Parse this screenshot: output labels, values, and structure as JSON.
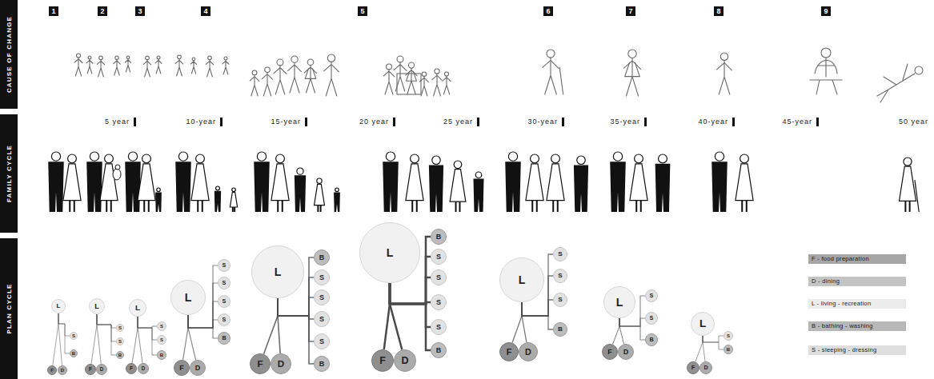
{
  "diagram": {
    "nodes": [
      {
        "text": [
          "CAUSE OF CHANGE"
        ]
      },
      {
        "text": [
          "FAMILY CYCLE"
        ]
      },
      {
        "text": [
          "PLAN CYCLE"
        ]
      },
      {
        "text": [
          "L"
        ]
      },
      {
        "text": [
          "S"
        ]
      },
      {
        "text": [
          "B"
        ]
      },
      {
        "text": [
          "F"
        ]
      },
      {
        "text": [
          "D"
        ]
      },
      {
        "text": [
          "L"
        ]
      },
      {
        "text": [
          "S"
        ]
      },
      {
        "text": [
          "S"
        ]
      },
      {
        "text": [
          "B"
        ]
      },
      {
        "text": [
          "F"
        ]
      },
      {
        "text": [
          "D"
        ]
      },
      {
        "text": [
          "L"
        ]
      },
      {
        "text": [
          "S"
        ]
      },
      {
        "text": [
          "S"
        ]
      },
      {
        "text": [
          "B"
        ]
      },
      {
        "text": [
          "F"
        ]
      },
      {
        "text": [
          "D"
        ]
      },
      {
        "text": [
          "L"
        ]
      },
      {
        "text": [
          "S"
        ]
      },
      {
        "text": [
          "S"
        ]
      },
      {
        "text": [
          "S"
        ]
      },
      {
        "text": [
          "S"
        ]
      },
      {
        "text": [
          "B"
        ]
      },
      {
        "text": [
          "F"
        ]
      },
      {
        "text": [
          "D"
        ]
      },
      {
        "text": [
          "L"
        ]
      },
      {
        "text": [
          "B"
        ]
      },
      {
        "text": [
          "S"
        ]
      },
      {
        "text": [
          "S"
        ]
      },
      {
        "text": [
          "S"
        ]
      },
      {
        "text": [
          "S"
        ]
      },
      {
        "text": [
          "B"
        ]
      },
      {
        "text": [
          "F"
        ]
      },
      {
        "text": [
          "D"
        ]
      },
      {
        "text": [
          "L"
        ]
      },
      {
        "text": [
          "B"
        ]
      },
      {
        "text": [
          "S"
        ]
      },
      {
        "text": [
          "S"
        ]
      },
      {
        "text": [
          "S"
        ]
      },
      {
        "text": [
          "S"
        ]
      },
      {
        "text": [
          "B"
        ]
      },
      {
        "text": [
          "F"
        ]
      },
      {
        "text": [
          "D"
        ]
      },
      {
        "text": [
          "L"
        ]
      },
      {
        "text": [
          "S"
        ]
      },
      {
        "text": [
          "S"
        ]
      },
      {
        "text": [
          "S"
        ]
      },
      {
        "text": [
          "B"
        ]
      },
      {
        "text": [
          "F"
        ]
      },
      {
        "text": [
          "D"
        ]
      },
      {
        "text": [
          "L"
        ]
      },
      {
        "text": [
          "S"
        ]
      },
      {
        "text": [
          "S"
        ]
      },
      {
        "text": [
          "B"
        ]
      },
      {
        "text": [
          "F"
        ]
      },
      {
        "text": [
          "D"
        ]
      },
      {
        "text": [
          "L"
        ]
      },
      {
        "text": [
          "S"
        ]
      },
      {
        "text": [
          "B"
        ]
      },
      {
        "text": [
          "F"
        ]
      },
      {
        "text": [
          "D"
        ]
      }
    ],
    "edges": [
      {
        "from": 3,
        "to": 4,
        "arrow": "none"
      },
      {
        "from": 3,
        "to": 5,
        "arrow": "none"
      },
      {
        "from": 3,
        "to": 6,
        "arrow": "none"
      },
      {
        "from": 3,
        "to": 7,
        "arrow": "none"
      },
      {
        "from": 8,
        "to": 9,
        "arrow": "none"
      },
      {
        "from": 8,
        "to": 10,
        "arrow": "none"
      },
      {
        "from": 8,
        "to": 11,
        "arrow": "none"
      },
      {
        "from": 8,
        "to": 12,
        "arrow": "none"
      },
      {
        "from": 8,
        "to": 13,
        "arrow": "none"
      },
      {
        "from": 14,
        "to": 15,
        "arrow": "none"
      },
      {
        "from": 14,
        "to": 16,
        "arrow": "none"
      },
      {
        "from": 14,
        "to": 17,
        "arrow": "none"
      },
      {
        "from": 14,
        "to": 18,
        "arrow": "none"
      },
      {
        "from": 14,
        "to": 19,
        "arrow": "none"
      },
      {
        "from": 20,
        "to": 21,
        "arrow": "none"
      },
      {
        "from": 20,
        "to": 22,
        "arrow": "none"
      },
      {
        "from": 20,
        "to": 23,
        "arrow": "none"
      },
      {
        "from": 20,
        "to": 24,
        "arrow": "none"
      },
      {
        "from": 20,
        "to": 25,
        "arrow": "none"
      },
      {
        "from": 20,
        "to": 26,
        "arrow": "none"
      },
      {
        "from": 20,
        "to": 27,
        "arrow": "none"
      },
      {
        "from": 28,
        "to": 29,
        "arrow": "none"
      },
      {
        "from": 28,
        "to": 30,
        "arrow": "none"
      },
      {
        "from": 28,
        "to": 31,
        "arrow": "none"
      },
      {
        "from": 28,
        "to": 32,
        "arrow": "none"
      },
      {
        "from": 28,
        "to": 33,
        "arrow": "none"
      },
      {
        "from": 28,
        "to": 34,
        "arrow": "none"
      },
      {
        "from": 28,
        "to": 35,
        "arrow": "none"
      },
      {
        "from": 28,
        "to": 36,
        "arrow": "none"
      },
      {
        "from": 37,
        "to": 38,
        "arrow": "none"
      },
      {
        "from": 37,
        "to": 39,
        "arrow": "none"
      },
      {
        "from": 37,
        "to": 40,
        "arrow": "none"
      },
      {
        "from": 37,
        "to": 41,
        "arrow": "none"
      },
      {
        "from": 37,
        "to": 42,
        "arrow": "none"
      },
      {
        "from": 37,
        "to": 43,
        "arrow": "none"
      },
      {
        "from": 37,
        "to": 44,
        "arrow": "none"
      },
      {
        "from": 37,
        "to": 45,
        "arrow": "none"
      },
      {
        "from": 46,
        "to": 47,
        "arrow": "none"
      },
      {
        "from": 46,
        "to": 48,
        "arrow": "none"
      },
      {
        "from": 46,
        "to": 49,
        "arrow": "none"
      },
      {
        "from": 46,
        "to": 50,
        "arrow": "none"
      },
      {
        "from": 46,
        "to": 51,
        "arrow": "none"
      },
      {
        "from": 46,
        "to": 52,
        "arrow": "none"
      },
      {
        "from": 53,
        "to": 54,
        "arrow": "none"
      },
      {
        "from": 53,
        "to": 55,
        "arrow": "none"
      },
      {
        "from": 53,
        "to": 56,
        "arrow": "none"
      },
      {
        "from": 53,
        "to": 57,
        "arrow": "none"
      },
      {
        "from": 53,
        "to": 58,
        "arrow": "none"
      },
      {
        "from": 59,
        "to": 60,
        "arrow": "none"
      },
      {
        "from": 59,
        "to": 61,
        "arrow": "none"
      },
      {
        "from": 59,
        "to": 62,
        "arrow": "none"
      },
      {
        "from": 59,
        "to": 63,
        "arrow": "none"
      }
    ],
    "labels": [
      "1",
      "2",
      "3",
      "4",
      "5",
      "6",
      "7",
      "8",
      "9",
      "5 year",
      "10-year",
      "15-year",
      "20 year",
      "25 year",
      "30-year",
      "35-year",
      "40-year",
      "45-year",
      "50 year"
    ],
    "legend": [
      {
        "text": "F - food preparation",
        "color": "#a6a6a6"
      },
      {
        "text": "D - dining",
        "color": "#c4c4c4"
      },
      {
        "text": "L - living - recreation",
        "color": "#ececec"
      },
      {
        "text": "B - bathing - washing",
        "color": "#b8b8b8"
      },
      {
        "text": "S - sleeping - dressing",
        "color": "#dedede"
      }
    ]
  }
}
